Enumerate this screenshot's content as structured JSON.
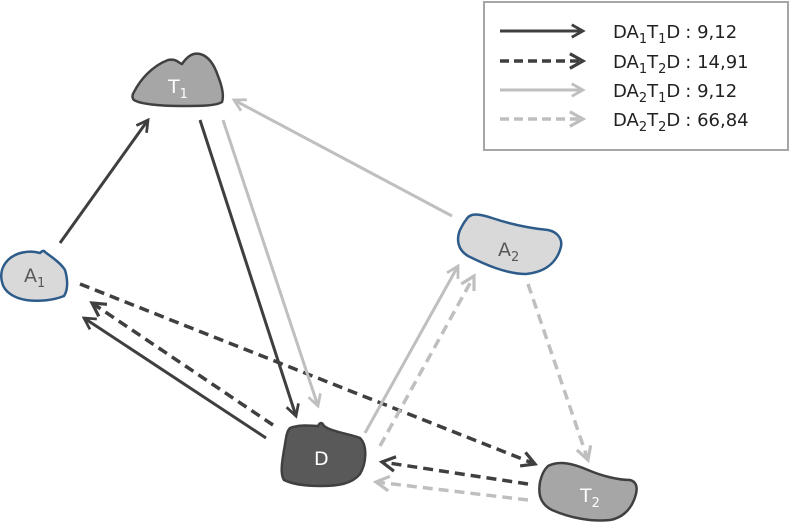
{
  "colors": {
    "dark": "#3f3f3f",
    "light": "#bfbfbf",
    "node_mid": "#a6a6a6",
    "node_light": "#d9d9d9",
    "node_dark": "#595959",
    "node_border_dark": "#404040",
    "node_border_blue": "#2e5c8a",
    "legend_border": "#a6a6a6"
  },
  "nodes": {
    "T1": {
      "base": "T",
      "sub": "1"
    },
    "A1": {
      "base": "A",
      "sub": "1"
    },
    "A2": {
      "base": "A",
      "sub": "2"
    },
    "D": {
      "base": "D",
      "sub": ""
    },
    "T2": {
      "base": "T",
      "sub": "2"
    }
  },
  "legend": [
    {
      "style": "solid-dark",
      "prefix": "DA",
      "s1": "1",
      "mid": "T",
      "s2": "1",
      "suffix": "D",
      "value": ": 9,12"
    },
    {
      "style": "dashed-dark",
      "prefix": "DA",
      "s1": "1",
      "mid": "T",
      "s2": "2",
      "suffix": "D",
      "value": ": 14,91"
    },
    {
      "style": "solid-light",
      "prefix": "DA",
      "s1": "2",
      "mid": "T",
      "s2": "1",
      "suffix": "D",
      "value": ": 9,12"
    },
    {
      "style": "dashed-light",
      "prefix": "DA",
      "s1": "2",
      "mid": "T",
      "s2": "2",
      "suffix": "D",
      "value": ": 66,84"
    }
  ],
  "edges": [
    {
      "from": "A1",
      "to": "T1",
      "style": "solid-dark"
    },
    {
      "from": "T1",
      "to": "D",
      "style": "solid-dark"
    },
    {
      "from": "D",
      "to": "A1",
      "style": "solid-dark"
    },
    {
      "from": "A1",
      "to": "T2",
      "style": "dashed-dark"
    },
    {
      "from": "T2",
      "to": "D",
      "style": "dashed-dark"
    },
    {
      "from": "D",
      "to": "A1",
      "style": "dashed-dark"
    },
    {
      "from": "A2",
      "to": "T1",
      "style": "solid-light"
    },
    {
      "from": "T1",
      "to": "D",
      "style": "solid-light"
    },
    {
      "from": "D",
      "to": "A2",
      "style": "solid-light"
    },
    {
      "from": "A2",
      "to": "T2",
      "style": "dashed-light"
    },
    {
      "from": "T2",
      "to": "D",
      "style": "dashed-light"
    },
    {
      "from": "D",
      "to": "A2",
      "style": "dashed-light"
    }
  ]
}
